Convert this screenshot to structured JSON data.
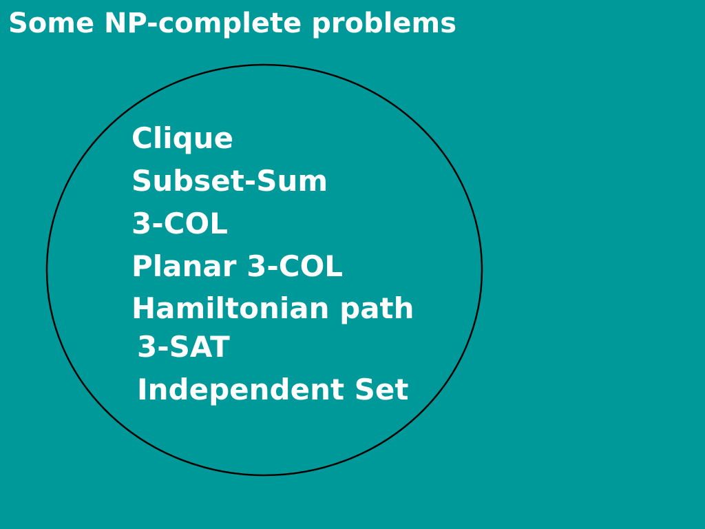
{
  "slide": {
    "title": "Some NP-complete problems",
    "background_color": "#009999",
    "text_color": "#ffffff",
    "outline_color": "#000000"
  },
  "set_diagram": {
    "problems": [
      "Clique",
      "Subset-Sum",
      "3-COL",
      "Planar 3-COL",
      "Hamiltonian path",
      "3-SAT",
      "Independent Set"
    ]
  }
}
